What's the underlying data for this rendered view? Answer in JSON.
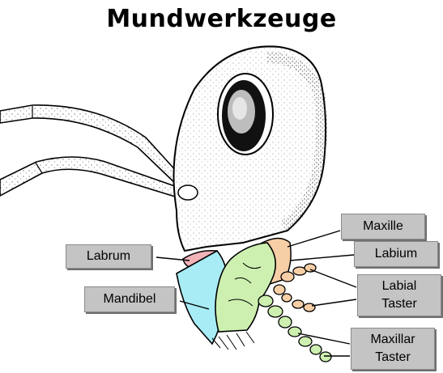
{
  "title": "Mundwerkzeuge",
  "labels": {
    "labrum": "Labrum",
    "mandibel": "Mandibel",
    "maxille": "Maxille",
    "labium": "Labium",
    "labial_taster_line1": "Labial",
    "labial_taster_line2": "Taster",
    "maxillar_taster_line1": "Maxillar",
    "maxillar_taster_line2": "Taster"
  },
  "colors": {
    "labrum": "#f2b3b8",
    "mandibel": "#a8ecf5",
    "maxille": "#cdf0b0",
    "labium": "#f7cfa6",
    "label_box": "#c4c4c4"
  }
}
